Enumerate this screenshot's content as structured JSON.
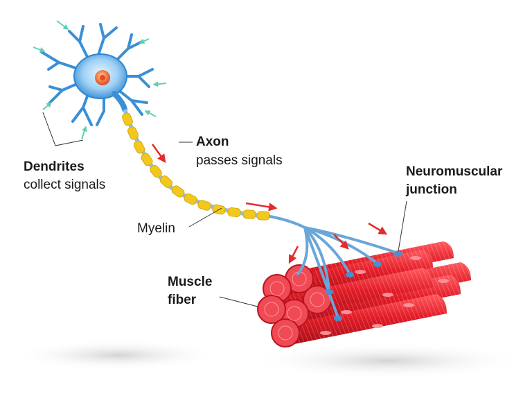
{
  "labels": {
    "dendrites_title": "Dendrites",
    "dendrites_desc": "collect signals",
    "axon_title": "Axon",
    "axon_desc": "passes signals",
    "myelin": "Myelin",
    "nmj_line1": "Neuromuscular",
    "nmj_line2": "junction",
    "muscle_line1": "Muscle",
    "muscle_line2": "fiber"
  },
  "colors": {
    "neuron_blue": "#3a8fd6",
    "neuron_light": "#bfe3fb",
    "nucleus": "#f06a3a",
    "myelin": "#f3c81e",
    "muscle": "#e11f2a",
    "muscle_dark": "#b9141d",
    "arrow": "#e32b2b",
    "signal": "#5fd0b3",
    "nerve_branch": "#6aa6d8"
  },
  "icons": [
    "signal-arrow-icon",
    "direction-arrow-icon"
  ]
}
